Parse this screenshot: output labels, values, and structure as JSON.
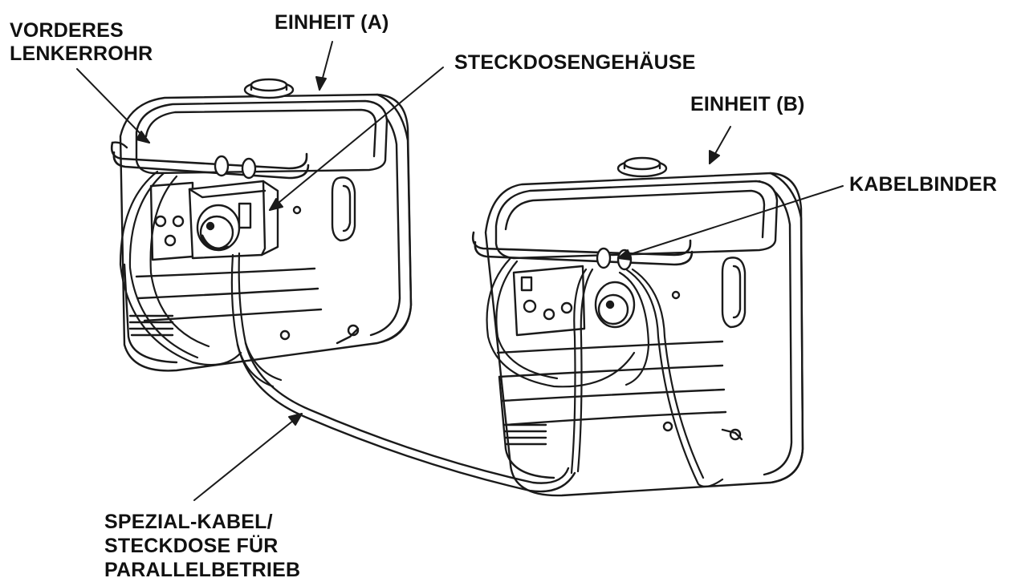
{
  "labels": {
    "lenkerrohr": [
      "VORDERES",
      "LENKERROHR"
    ],
    "einheit_a": "EINHEIT (A)",
    "steckdosengehaeuse": "STECKDOSENGEHÄUSE",
    "einheit_b": "EINHEIT (B)",
    "kabelbinder": "KABELBINDER",
    "spezial_kabel": [
      "SPEZIAL-KABEL/",
      "STECKDOSE FÜR",
      "PARALLELBETRIEB"
    ]
  },
  "colors": {
    "line": "#1a1a1a",
    "body_fill": "#ffffff",
    "background": "#ffffff"
  }
}
